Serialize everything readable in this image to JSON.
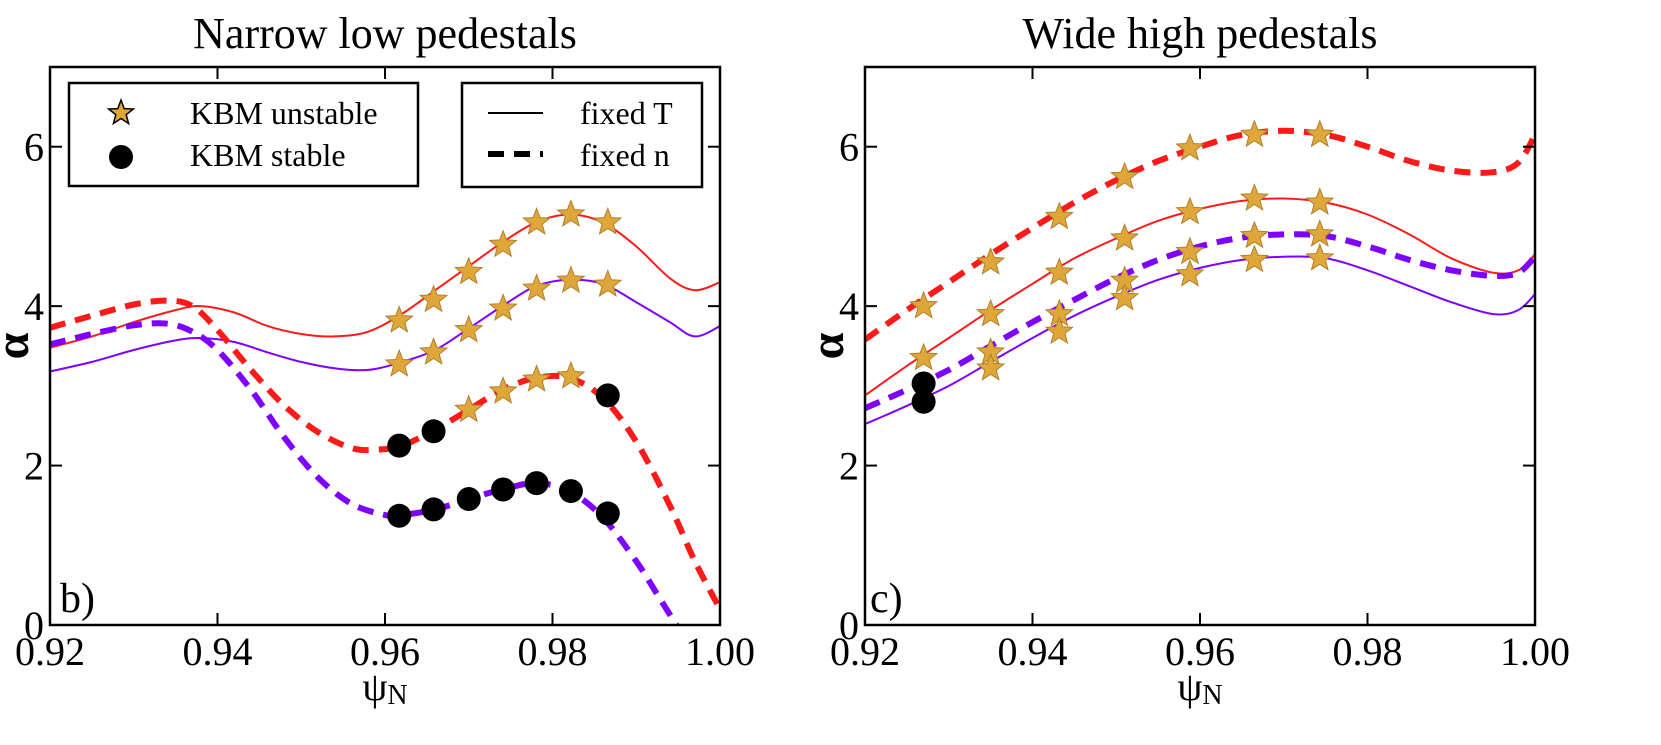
{
  "colors": {
    "red": "#ff1a1a",
    "purple": "#8000ff",
    "star": "#dfa63a",
    "star_edge": "#b0802a",
    "circle": "#000000",
    "axes": "#000000",
    "background": "#ffffff"
  },
  "legend_kbm": {
    "unstable_label": "KBM unstable",
    "stable_label": "KBM stable"
  },
  "legend_lines": {
    "fixed_T_label": "fixed T",
    "fixed_n_label": "fixed n"
  },
  "chart_data": [
    {
      "type": "line",
      "title": "Narrow low pedestals",
      "panel_label": "b)",
      "xlabel": "ψ",
      "xlabel_sub": "N",
      "ylabel": "α",
      "xlim": [
        0.92,
        1.0
      ],
      "ylim": [
        0,
        7
      ],
      "xticks": [
        0.92,
        0.94,
        0.96,
        0.98,
        1.0
      ],
      "xtick_labels": [
        "0.92",
        "0.94",
        "0.96",
        "0.98",
        "1.00"
      ],
      "yticks": [
        0,
        2,
        4,
        6
      ],
      "ytick_labels": [
        "0",
        "2",
        "4",
        "6"
      ],
      "grid": false,
      "series": [
        {
          "color": "red",
          "style": "solid",
          "x": [
            0.92,
            0.925,
            0.93,
            0.935,
            0.938,
            0.942,
            0.946,
            0.95,
            0.954,
            0.958,
            0.962,
            0.966,
            0.97,
            0.974,
            0.978,
            0.982,
            0.986,
            0.99,
            0.994,
            0.997,
            1.0
          ],
          "y": [
            3.48,
            3.62,
            3.8,
            3.95,
            4.0,
            3.92,
            3.75,
            3.65,
            3.62,
            3.68,
            3.9,
            4.2,
            4.5,
            4.8,
            5.05,
            5.15,
            5.05,
            4.75,
            4.35,
            4.2,
            4.3
          ]
        },
        {
          "color": "purple",
          "style": "solid",
          "x": [
            0.92,
            0.925,
            0.93,
            0.935,
            0.938,
            0.942,
            0.946,
            0.95,
            0.954,
            0.958,
            0.962,
            0.966,
            0.97,
            0.974,
            0.978,
            0.982,
            0.986,
            0.99,
            0.994,
            0.997,
            1.0
          ],
          "y": [
            3.18,
            3.3,
            3.45,
            3.57,
            3.6,
            3.55,
            3.42,
            3.3,
            3.22,
            3.2,
            3.3,
            3.45,
            3.72,
            4.0,
            4.25,
            4.33,
            4.28,
            4.05,
            3.8,
            3.62,
            3.75
          ]
        },
        {
          "color": "red",
          "style": "dashed",
          "x": [
            0.92,
            0.925,
            0.93,
            0.934,
            0.937,
            0.94,
            0.944,
            0.948,
            0.952,
            0.956,
            0.959,
            0.962,
            0.966,
            0.97,
            0.974,
            0.978,
            0.982,
            0.986,
            0.99,
            0.994,
            0.997,
            1.0
          ],
          "y": [
            3.73,
            3.88,
            4.02,
            4.07,
            4.0,
            3.7,
            3.2,
            2.75,
            2.42,
            2.22,
            2.2,
            2.25,
            2.45,
            2.7,
            2.95,
            3.1,
            3.1,
            2.85,
            2.3,
            1.5,
            0.8,
            0.2
          ]
        },
        {
          "color": "purple",
          "style": "dashed",
          "x": [
            0.92,
            0.925,
            0.93,
            0.934,
            0.937,
            0.94,
            0.944,
            0.948,
            0.952,
            0.956,
            0.96,
            0.962,
            0.966,
            0.97,
            0.974,
            0.978,
            0.982,
            0.986,
            0.99,
            0.993,
            0.9948
          ],
          "y": [
            3.52,
            3.65,
            3.76,
            3.78,
            3.68,
            3.45,
            2.95,
            2.35,
            1.85,
            1.52,
            1.38,
            1.38,
            1.45,
            1.58,
            1.7,
            1.78,
            1.68,
            1.35,
            0.8,
            0.3,
            0.0
          ]
        }
      ],
      "stars": {
        "x": [
          0.9617,
          0.9658,
          0.97,
          0.9741,
          0.9781,
          0.9822,
          0.9866,
          0.9617,
          0.9658,
          0.97,
          0.9741,
          0.9781,
          0.9822,
          0.9866,
          0.97,
          0.9741,
          0.9781,
          0.9822
        ],
        "y": [
          3.82,
          4.08,
          4.43,
          4.77,
          5.05,
          5.15,
          5.05,
          3.27,
          3.42,
          3.7,
          3.97,
          4.22,
          4.32,
          4.27,
          2.7,
          2.93,
          3.08,
          3.12
        ]
      },
      "circles": {
        "x": [
          0.9617,
          0.9658,
          0.9866,
          0.9617,
          0.9658,
          0.97,
          0.9741,
          0.9781,
          0.9822,
          0.9866
        ],
        "y": [
          2.25,
          2.43,
          2.88,
          1.37,
          1.45,
          1.58,
          1.7,
          1.78,
          1.68,
          1.4
        ]
      }
    },
    {
      "type": "line",
      "title": "Wide high pedestals",
      "panel_label": "c)",
      "xlabel": "ψ",
      "xlabel_sub": "N",
      "ylabel": "α",
      "xlim": [
        0.92,
        1.0
      ],
      "ylim": [
        0,
        7
      ],
      "xticks": [
        0.92,
        0.94,
        0.96,
        0.98,
        1.0
      ],
      "xtick_labels": [
        "0.92",
        "0.94",
        "0.96",
        "0.98",
        "1.00"
      ],
      "yticks": [
        0,
        2,
        4,
        6
      ],
      "ytick_labels": [
        "0",
        "2",
        "4",
        "6"
      ],
      "grid": false,
      "series": [
        {
          "color": "red",
          "style": "solid",
          "x": [
            0.92,
            0.925,
            0.93,
            0.935,
            0.94,
            0.945,
            0.95,
            0.955,
            0.96,
            0.965,
            0.97,
            0.975,
            0.98,
            0.985,
            0.99,
            0.995,
            0.998,
            1.0
          ],
          "y": [
            2.88,
            3.25,
            3.6,
            3.95,
            4.28,
            4.6,
            4.85,
            5.07,
            5.22,
            5.32,
            5.35,
            5.3,
            5.15,
            4.9,
            4.6,
            4.42,
            4.45,
            4.65
          ]
        },
        {
          "color": "purple",
          "style": "solid",
          "x": [
            0.92,
            0.925,
            0.93,
            0.935,
            0.94,
            0.945,
            0.95,
            0.955,
            0.96,
            0.965,
            0.97,
            0.975,
            0.98,
            0.985,
            0.99,
            0.995,
            0.998,
            1.0
          ],
          "y": [
            2.52,
            2.75,
            3.0,
            3.3,
            3.6,
            3.88,
            4.12,
            4.33,
            4.48,
            4.58,
            4.62,
            4.6,
            4.45,
            4.25,
            4.05,
            3.9,
            3.95,
            4.15
          ]
        },
        {
          "color": "red",
          "style": "dashed",
          "x": [
            0.92,
            0.925,
            0.93,
            0.935,
            0.94,
            0.945,
            0.95,
            0.955,
            0.96,
            0.965,
            0.97,
            0.975,
            0.98,
            0.985,
            0.99,
            0.995,
            0.998,
            1.0
          ],
          "y": [
            3.58,
            3.95,
            4.3,
            4.65,
            4.98,
            5.3,
            5.58,
            5.82,
            6.0,
            6.15,
            6.2,
            6.15,
            6.0,
            5.82,
            5.7,
            5.68,
            5.8,
            6.15
          ]
        },
        {
          "color": "purple",
          "style": "dashed",
          "x": [
            0.92,
            0.925,
            0.93,
            0.935,
            0.94,
            0.945,
            0.95,
            0.955,
            0.96,
            0.965,
            0.97,
            0.975,
            0.98,
            0.985,
            0.99,
            0.995,
            0.998,
            1.0
          ],
          "y": [
            2.72,
            2.95,
            3.2,
            3.5,
            3.8,
            4.08,
            4.35,
            4.58,
            4.75,
            4.86,
            4.9,
            4.88,
            4.75,
            4.58,
            4.45,
            4.38,
            4.42,
            4.62
          ]
        }
      ],
      "stars": {
        "x": [
          0.927,
          0.935,
          0.9432,
          0.951,
          0.9588,
          0.9665,
          0.9743,
          0.927,
          0.935,
          0.9432,
          0.951,
          0.9588,
          0.9665,
          0.9743,
          0.935,
          0.9432,
          0.951,
          0.9588,
          0.9665,
          0.9743,
          0.935,
          0.9432,
          0.951,
          0.9588,
          0.9665,
          0.9743
        ],
        "y": [
          4.0,
          4.55,
          5.12,
          5.62,
          5.98,
          6.15,
          6.15,
          3.35,
          3.9,
          4.42,
          4.85,
          5.18,
          5.35,
          5.3,
          3.42,
          3.9,
          4.32,
          4.68,
          4.88,
          4.9,
          3.22,
          3.68,
          4.1,
          4.4,
          4.58,
          4.6
        ]
      },
      "circles": {
        "x": [
          0.927,
          0.927
        ],
        "y": [
          3.03,
          2.8
        ]
      }
    }
  ]
}
